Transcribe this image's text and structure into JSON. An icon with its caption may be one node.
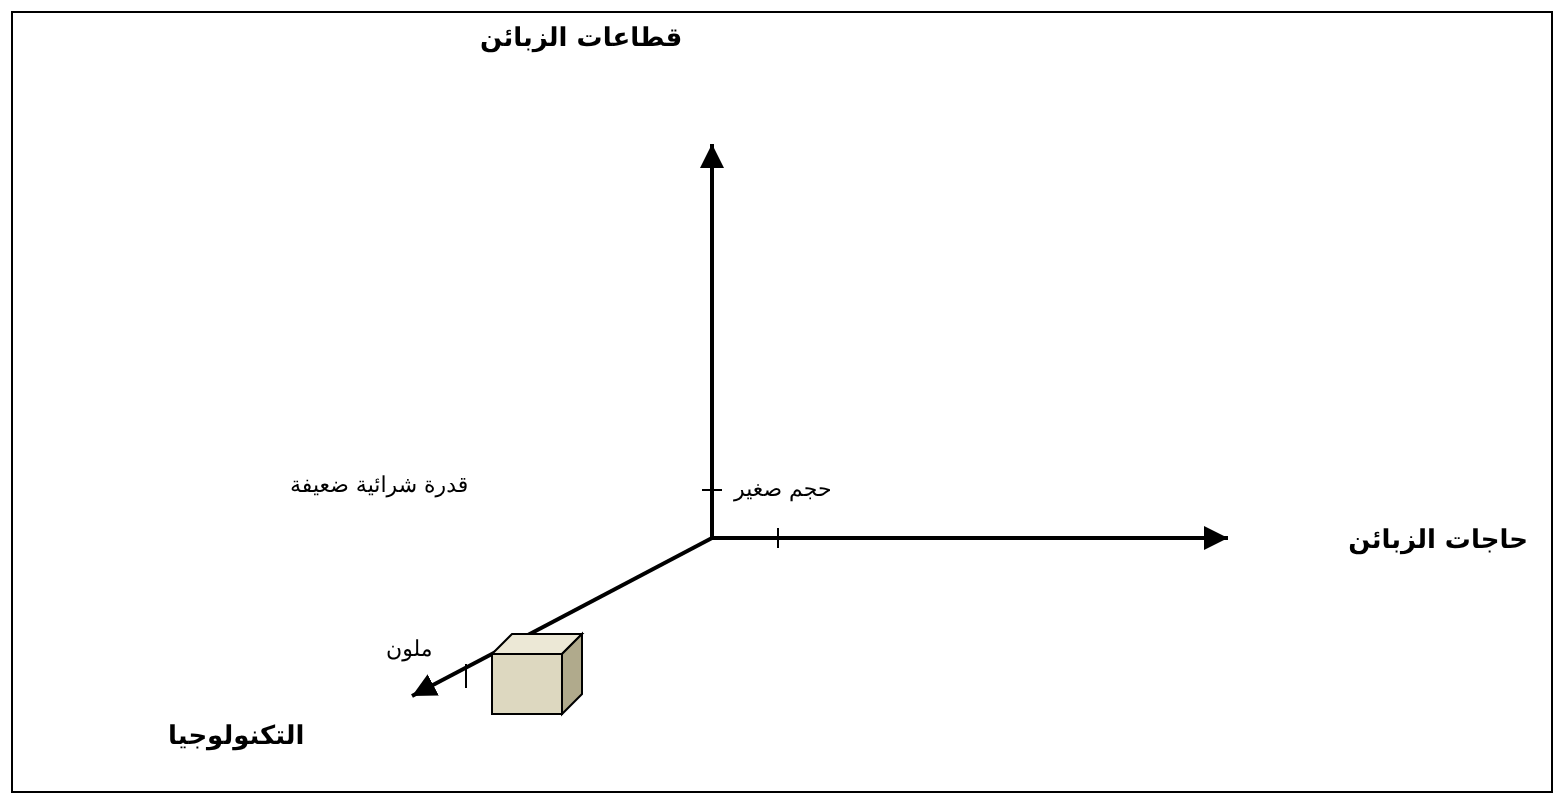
{
  "diagram": {
    "nodes": [
      {
        "text": [
          "قطاعات الزبائن"
        ]
      },
      {
        "text": [
          "حاجات الزبائن"
        ]
      },
      {
        "text": [
          "التكنولوجيا"
        ]
      }
    ],
    "edges": [
      {
        "from": null,
        "to": 0,
        "arrow": "to"
      },
      {
        "from": null,
        "to": 1,
        "arrow": "to"
      },
      {
        "from": null,
        "to": 2,
        "arrow": "to"
      }
    ],
    "labels": [
      "قدرة شرائية ضعيفة",
      "حجم صغير",
      "ملون"
    ]
  }
}
